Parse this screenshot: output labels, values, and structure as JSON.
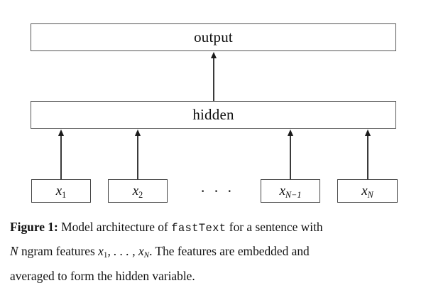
{
  "figure": {
    "diagram": {
      "output_layer": {
        "label": "output"
      },
      "hidden_layer": {
        "label": "hidden"
      },
      "ellipsis": "· · ·",
      "inputs": [
        {
          "base": "x",
          "sub": "1",
          "name": "x1"
        },
        {
          "base": "x",
          "sub": "2",
          "name": "x2"
        },
        {
          "base": "x",
          "sub": "N−1",
          "name": "xN-1"
        },
        {
          "base": "x",
          "sub": "N",
          "name": "xN"
        }
      ],
      "arrow_count": 5,
      "stroke_color": "#555555",
      "arrow_color": "#1a1a1a",
      "background": "#ffffff"
    },
    "caption": {
      "label": "Figure 1:",
      "line1_a": "Model architecture of",
      "mono_term": "fastText",
      "line1_b": "for a sentence with",
      "line2_var_N": "N",
      "line2_a": "ngram features",
      "line2_math_x1_base": "x",
      "line2_math_x1_sub": "1",
      "line2_math_sep": ", . . . ,",
      "line2_math_xN_base": "x",
      "line2_math_xN_sub": "N",
      "line2_b": ". The features are embedded and",
      "line3": "averaged to form the hidden variable."
    }
  }
}
